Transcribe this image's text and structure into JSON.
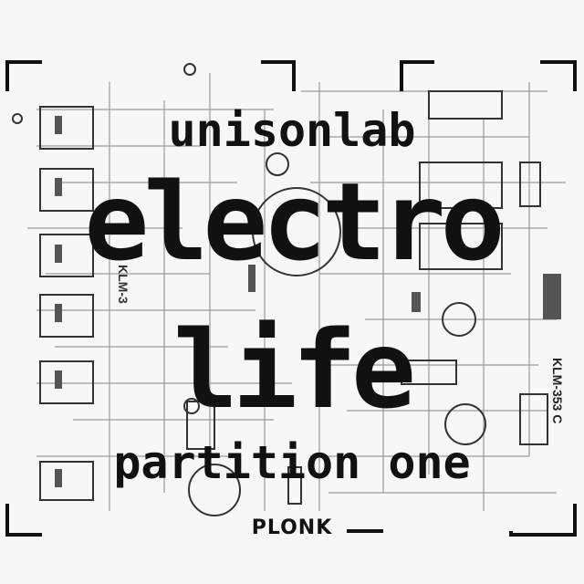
{
  "cover": {
    "artist": "unisonlab",
    "title_line1": "electro",
    "title_line2": "life",
    "subtitle": "partition one",
    "label_logo": "PLONK",
    "board_code": "KLM-353 C",
    "board_code_left": "KLM-3"
  },
  "colors": {
    "ink": "#111111",
    "paper": "#f7f7f7",
    "trace": "#9a9a9a"
  }
}
